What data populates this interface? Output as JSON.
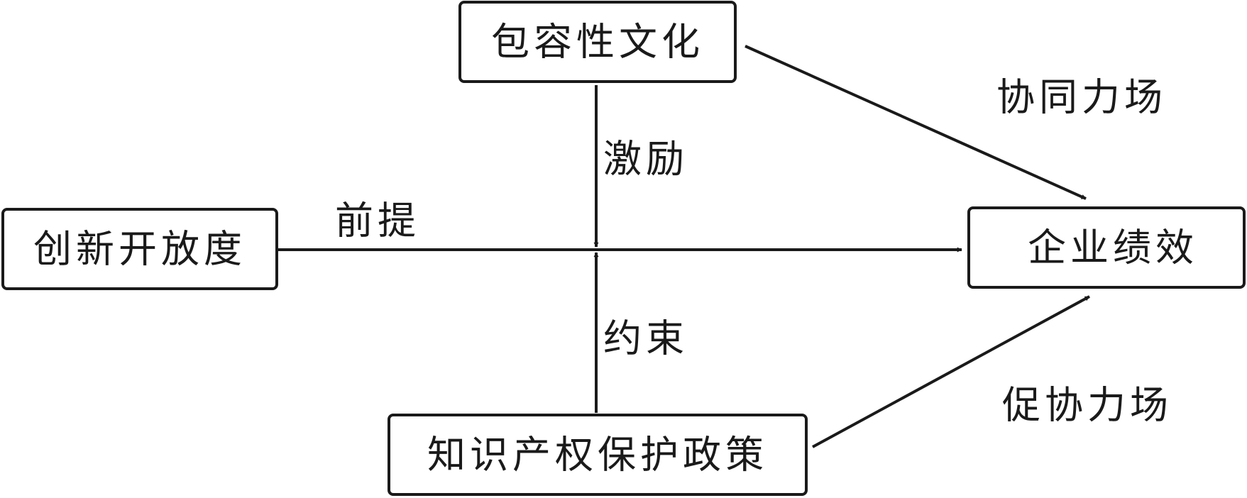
{
  "nodes": {
    "inclusive_culture": "包容性文化",
    "innovation_openness": "创新开放度",
    "firm_performance": "企业绩效",
    "ip_protection_policy": "知识产权保护政策"
  },
  "edge_labels": {
    "premise": "前提",
    "incentive": "激励",
    "constraint": "约束",
    "synergy_field": "协同力场",
    "promote_synergy_field": "促协力场"
  },
  "colors": {
    "stroke": "#1a1a1a",
    "background": "#ffffff"
  }
}
